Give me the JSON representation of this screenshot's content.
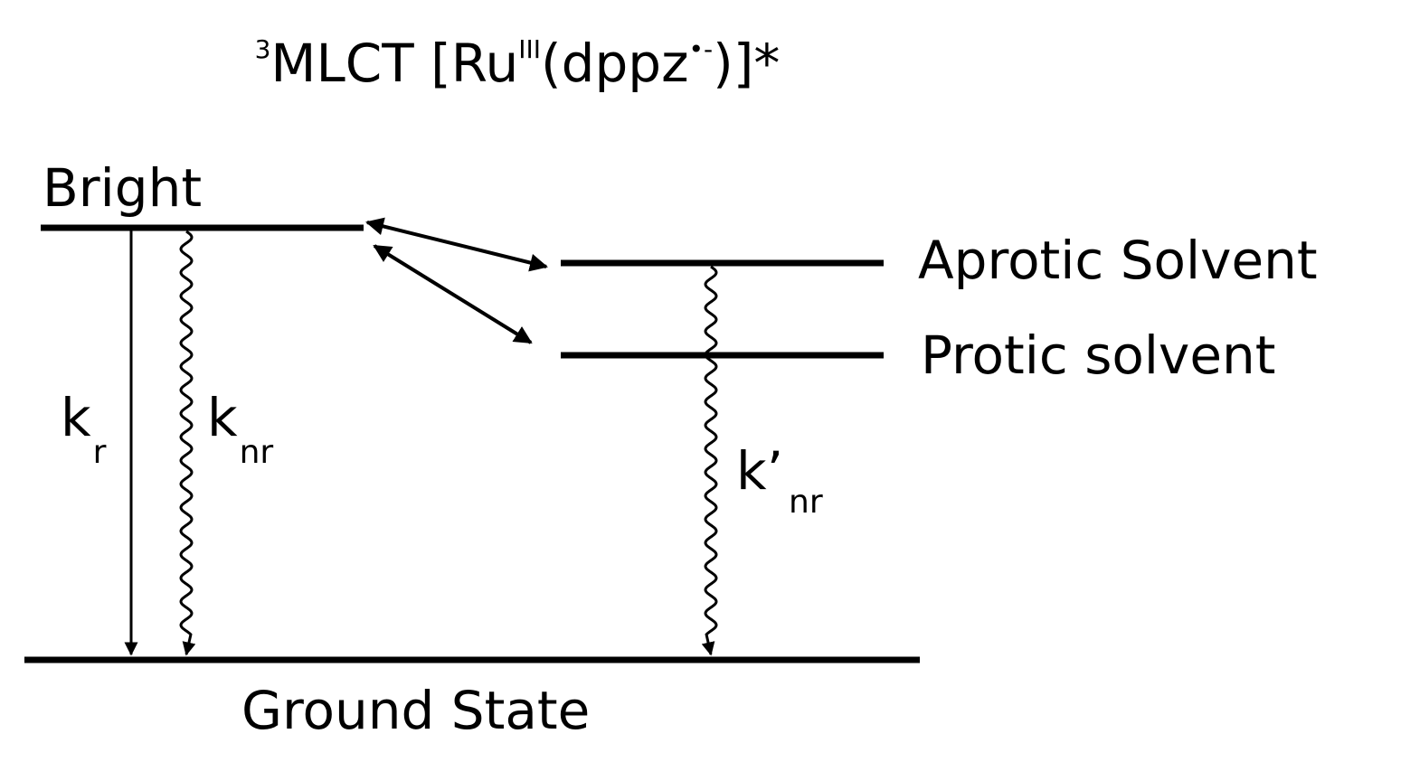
{
  "title": {
    "pre_sup": "3",
    "main1": "MLCT [Ru",
    "sup": "III",
    "main2": "(dppz",
    "radical_sup": "•-",
    "main3": ")]*"
  },
  "levels": {
    "bright": "Bright",
    "aprotic": "Aprotic Solvent",
    "protic": "Protic solvent",
    "ground": "Ground State"
  },
  "rates": {
    "kr": {
      "main": "k",
      "sub": "r"
    },
    "knr": {
      "main": "k",
      "sub": "nr"
    },
    "kpnr": {
      "main": "k’",
      "sub": "nr"
    }
  }
}
